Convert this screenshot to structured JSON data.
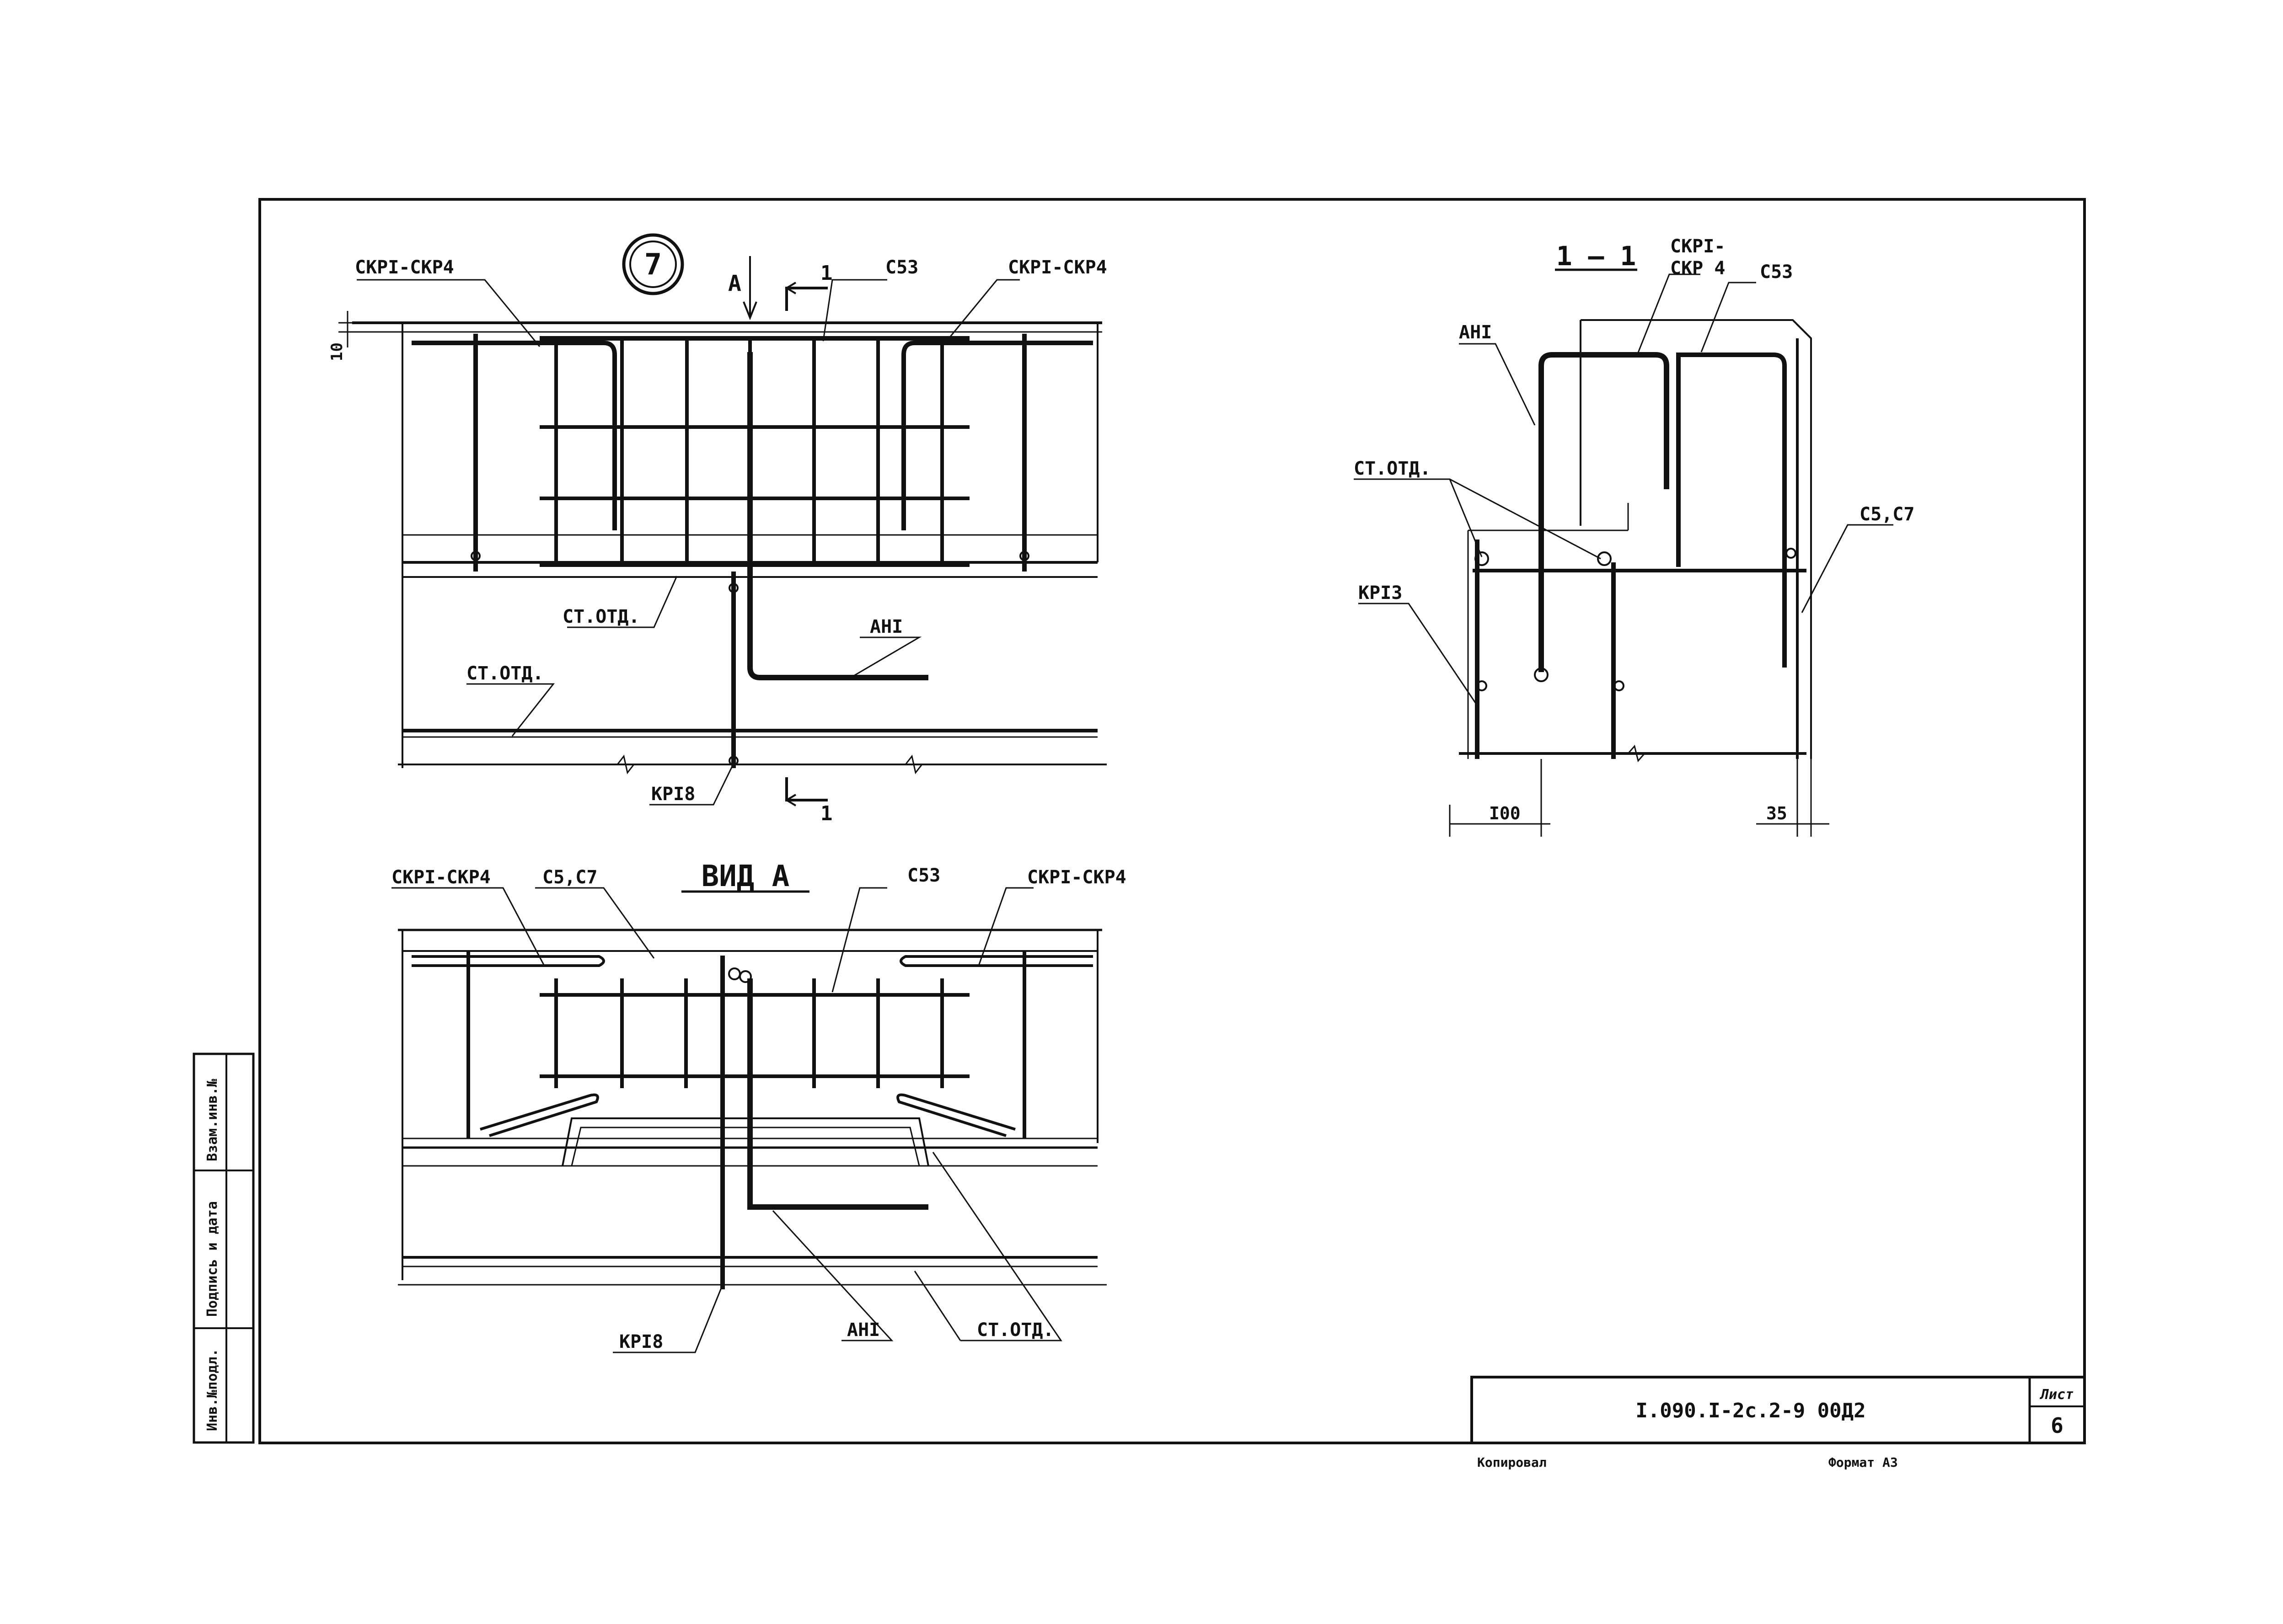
{
  "callout_number": "7",
  "elevation": {
    "labels": {
      "skr_left": "СКРI-СКР4",
      "skr_right": "СКРI-СКР4",
      "c53": "С53",
      "view_arrow": "А",
      "section_mark_top": "1",
      "section_mark_bottom": "1",
      "dim_10": "10",
      "st_otd_1": "СТ.ОТД.",
      "st_otd_2": "СТ.ОТД.",
      "ahi": "АНI",
      "kr18": "КРI8"
    }
  },
  "section_1_1": {
    "title": "1 — 1",
    "labels": {
      "skr_line1": "СКРI-",
      "skr_line2": "СКР 4",
      "c53": "С53",
      "ahi": "АНI",
      "st_otd": "СТ.ОТД.",
      "c5c7": "С5,С7",
      "kr13": "КРI3",
      "dim_100": "I00",
      "dim_35": "35"
    }
  },
  "view_a": {
    "title": "ВИД  А",
    "labels": {
      "skr_left": "СКРI-СКР4",
      "c5c7": "С5,С7",
      "c53": "С53",
      "skr_right": "СКРI-СКР4",
      "kr18": "КРI8",
      "ahi": "АНI",
      "st_otd": "СТ.ОТД."
    }
  },
  "side_stamp": {
    "cell1": "Инв.№подл.",
    "cell2": "Подпись и дата",
    "cell3": "Взам.инв.№"
  },
  "title_block": {
    "document_code": "I.090.I-2с.2-9 00Д2",
    "sheet_label": "Лист",
    "sheet_number": "6"
  },
  "footer": {
    "left": "Копировал",
    "right": "Формат А3"
  }
}
